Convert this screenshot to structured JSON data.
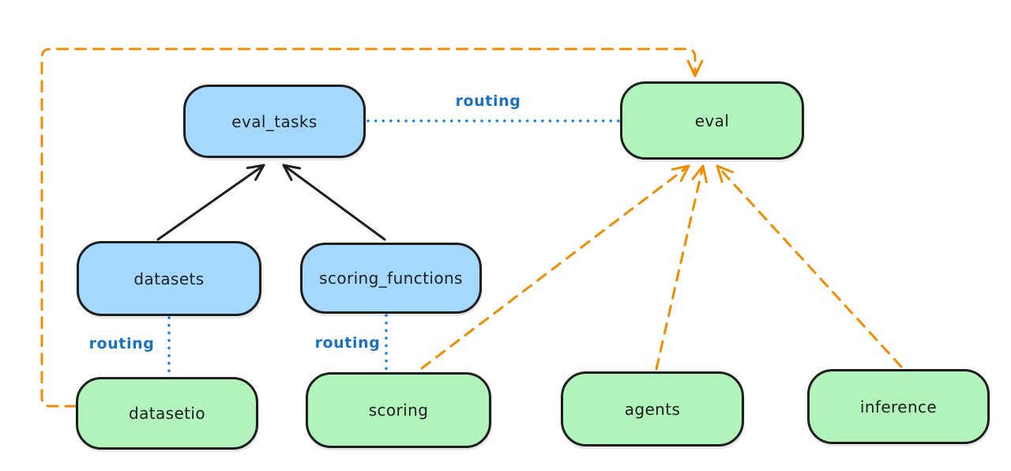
{
  "diagram": {
    "background": "#ffffff",
    "colors": {
      "blue_node_fill": "#a5d8ff",
      "green_node_fill": "#b2f2bb",
      "node_stroke": "#1e1e1e",
      "orange_edge": "#f08c00",
      "routing_blue": "#1971c2"
    },
    "nodes": {
      "eval_tasks": {
        "label": "eval_tasks",
        "fill": "blue"
      },
      "eval": {
        "label": "eval",
        "fill": "green"
      },
      "datasets": {
        "label": "datasets",
        "fill": "blue"
      },
      "scoring_functions": {
        "label": "scoring_functions",
        "fill": "blue"
      },
      "datasetio": {
        "label": "datasetio",
        "fill": "green"
      },
      "scoring": {
        "label": "scoring",
        "fill": "green"
      },
      "agents": {
        "label": "agents",
        "fill": "green"
      },
      "inference": {
        "label": "inference",
        "fill": "green"
      }
    },
    "edges": [
      {
        "from": "datasets",
        "to": "eval_tasks",
        "style": "solid-black-arrow",
        "label": ""
      },
      {
        "from": "scoring_functions",
        "to": "eval_tasks",
        "style": "solid-black-arrow",
        "label": ""
      },
      {
        "from": "eval_tasks",
        "to": "eval",
        "style": "dotted-blue",
        "label": "routing"
      },
      {
        "from": "datasets",
        "to": "datasetio",
        "style": "dotted-blue",
        "label": "routing"
      },
      {
        "from": "scoring_functions",
        "to": "scoring",
        "style": "dotted-blue",
        "label": "routing"
      },
      {
        "from": "datasetio",
        "to": "eval",
        "style": "dashed-orange-arrow",
        "label": ""
      },
      {
        "from": "scoring",
        "to": "eval",
        "style": "dashed-orange-arrow",
        "label": ""
      },
      {
        "from": "agents",
        "to": "eval",
        "style": "dashed-orange-arrow",
        "label": ""
      },
      {
        "from": "inference",
        "to": "eval",
        "style": "dashed-orange-arrow",
        "label": ""
      }
    ]
  }
}
